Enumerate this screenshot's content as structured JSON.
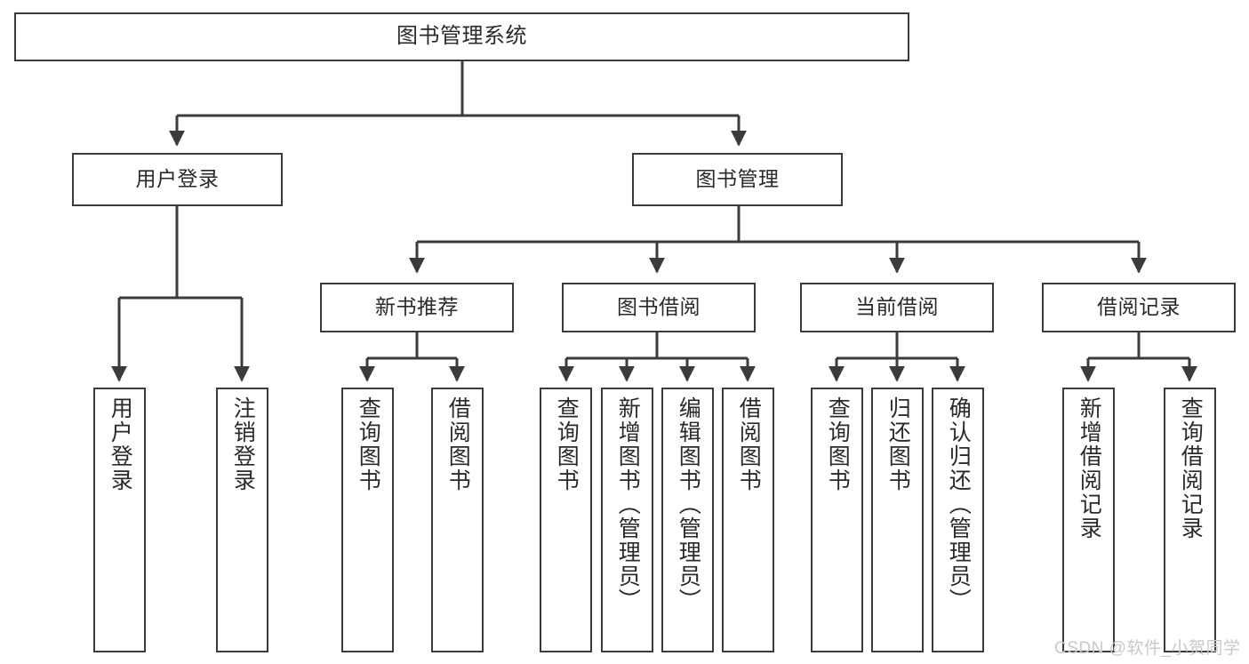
{
  "diagram": {
    "title": "图书管理系统",
    "type": "hierarchy-tree",
    "background_color": "#ffffff",
    "box_border_color": "#3b3b3b",
    "text_color": "#2a2a2a",
    "edge_color": "#3b3b3b"
  },
  "nodes": {
    "root": {
      "label": "图书管理系统",
      "level": 0
    },
    "level1": [
      {
        "id": "user-login",
        "label": "用户登录",
        "level": 1
      },
      {
        "id": "book-management",
        "label": "图书管理",
        "level": 1
      }
    ],
    "level2": [
      {
        "id": "new-book-recommend",
        "label": "新书推荐",
        "level": 2,
        "parent": "book-management"
      },
      {
        "id": "book-borrow",
        "label": "图书借阅",
        "level": 2,
        "parent": "book-management"
      },
      {
        "id": "current-borrow",
        "label": "当前借阅",
        "level": 2,
        "parent": "book-management"
      },
      {
        "id": "borrow-record",
        "label": "借阅记录",
        "level": 2,
        "parent": "book-management"
      }
    ],
    "leaves": [
      {
        "id": "leaf-user-login",
        "label": "用户登录",
        "parent": "user-login"
      },
      {
        "id": "leaf-logout-login",
        "label": "注销登录",
        "parent": "user-login"
      },
      {
        "id": "leaf-query-book-recommend",
        "label": "查询图书",
        "parent": "new-book-recommend"
      },
      {
        "id": "leaf-borrow-book-recommend",
        "label": "借阅图书",
        "parent": "new-book-recommend"
      },
      {
        "id": "leaf-query-book-borrow",
        "label": "查询图书",
        "parent": "book-borrow"
      },
      {
        "id": "leaf-add-book-admin",
        "label": "新增图书（管理员）",
        "parent": "book-borrow"
      },
      {
        "id": "leaf-edit-book-admin",
        "label": "编辑图书（管理员）",
        "parent": "book-borrow"
      },
      {
        "id": "leaf-borrow-book",
        "label": "借阅图书",
        "parent": "book-borrow"
      },
      {
        "id": "leaf-query-book-current",
        "label": "查询图书",
        "parent": "current-borrow"
      },
      {
        "id": "leaf-return-book",
        "label": "归还图书",
        "parent": "current-borrow"
      },
      {
        "id": "leaf-confirm-return-admin",
        "label": "确认归还（管理员）",
        "parent": "current-borrow"
      },
      {
        "id": "leaf-add-borrow-record",
        "label": "新增借阅记录",
        "parent": "borrow-record"
      },
      {
        "id": "leaf-query-borrow-record",
        "label": "查询借阅记录",
        "parent": "borrow-record"
      }
    ]
  },
  "watermark": {
    "text": "CSDN @软件_小贺同学"
  }
}
